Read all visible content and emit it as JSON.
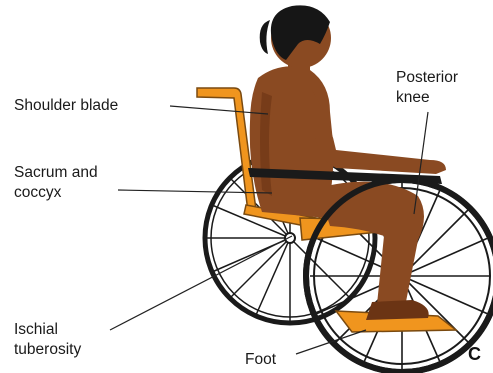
{
  "figure": {
    "panel_letter": "C",
    "labels": {
      "shoulder_blade": "Shoulder blade",
      "sacrum_line1": "Sacrum and",
      "sacrum_line2": "coccyx",
      "ischial_line1": "Ischial",
      "ischial_line2": "tuberosity",
      "posterior_line1": "Posterior",
      "posterior_line2": "knee",
      "foot": "Foot"
    }
  },
  "colors": {
    "skin": "#8a4a22",
    "skin_shadow": "#6b3414",
    "hair": "#161616",
    "frame_orange": "#f0951e",
    "frame_outline": "#7a4a10",
    "armrest": "#1a1a1a",
    "wheel": "#1a1a1a",
    "leader_line": "#222222"
  }
}
